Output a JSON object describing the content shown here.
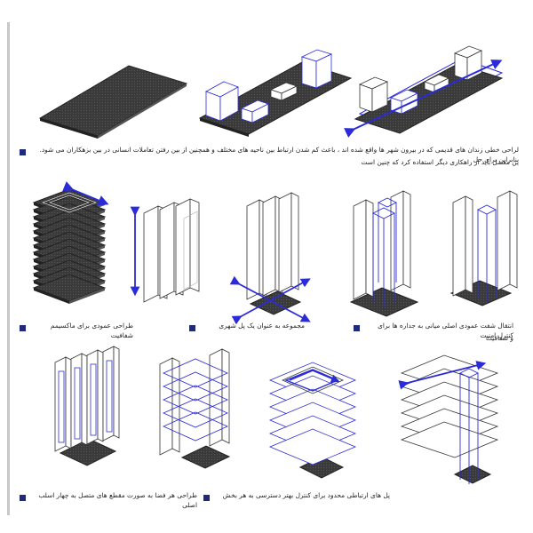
{
  "colors": {
    "accent": "#2b2bd9",
    "bullet": "#1f2a7a",
    "slab": "#3a3a3a",
    "outline": "#222222"
  },
  "captions": {
    "intro_line1": "لراحی خطی زندان های قدیمی که در بیرون شهر ها واقع شده اند ، باعث کم شدن ارتباط بین ناحیه های مختلف و همچنین از بین رفتن تعاملات انسانی در بین بزهکاران می شود. بنابراین برای حل",
    "intro_line2": "ین معضل باید از راهکاری دیگر استفاده کرد که چنین است",
    "row2_right_line1": "انتقال شفت عمودی اصلی میانی به جداره ها برای کنترل امنیت",
    "row2_right_line2": "و شفافیت",
    "row2_mid": "مجموعه به عنوان یک پل شهری",
    "row2_left": "طراحی عمودی برای ماکسیمم شفافیت",
    "row3_right": "پل های ارتباطی محدود برای کنترل بهتر دسترسی به هر بخش",
    "row3_left": "طراحی هر فضا به صورت مقطع های متصل به چهار اسلب اصلی"
  }
}
